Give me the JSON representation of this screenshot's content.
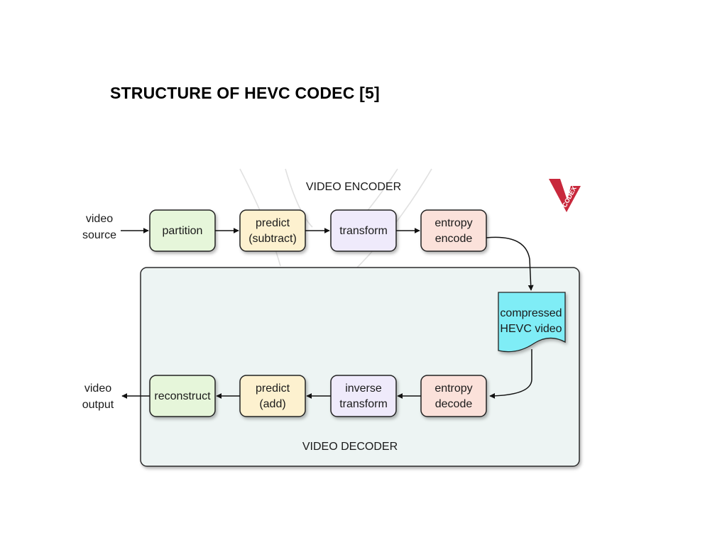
{
  "title": "STRUCTURE OF HEVC CODEC [5]",
  "encoder": {
    "label": "VIDEO ENCODER",
    "input_label": [
      "video",
      "source"
    ],
    "nodes": [
      {
        "lines": [
          "partition"
        ],
        "color": "#e6f6da"
      },
      {
        "lines": [
          "predict",
          "(subtract)"
        ],
        "color": "#fdf1cf"
      },
      {
        "lines": [
          "transform"
        ],
        "color": "#efeafb"
      },
      {
        "lines": [
          "entropy",
          "encode"
        ],
        "color": "#fbe1da"
      }
    ]
  },
  "bitstream": {
    "lines": [
      "compressed",
      "HEVC video"
    ],
    "color": "#7fedf6"
  },
  "decoder": {
    "label": "VIDEO DECODER",
    "output_label": [
      "video",
      "output"
    ],
    "background": "#edf4f3",
    "nodes": [
      {
        "lines": [
          "reconstruct"
        ],
        "color": "#e6f6da"
      },
      {
        "lines": [
          "predict",
          "(add)"
        ],
        "color": "#fdf1cf"
      },
      {
        "lines": [
          "inverse",
          "transform"
        ],
        "color": "#efeafb"
      },
      {
        "lines": [
          "entropy",
          "decode"
        ],
        "color": "#fbe1da"
      }
    ]
  },
  "logo": {
    "text": "CODEX",
    "color": "#c8283c"
  }
}
